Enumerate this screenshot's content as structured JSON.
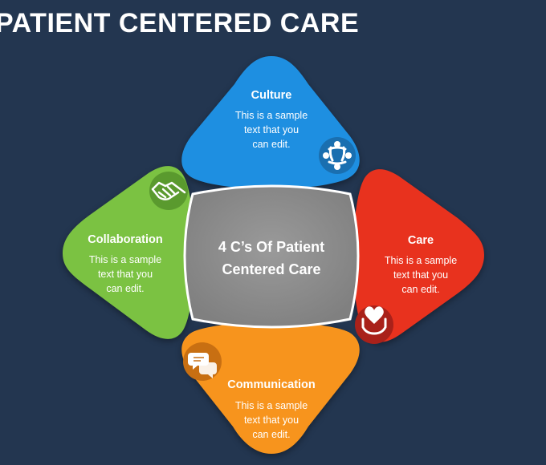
{
  "title": "PATIENT CENTERED CARE",
  "center": {
    "line1": "4 C’s Of Patient",
    "line2": "Centered Care"
  },
  "petals": {
    "culture": {
      "heading": "Culture",
      "lines": [
        "This is a sample",
        "text that you",
        "can edit."
      ],
      "color": "#1e8fe1",
      "icon_bg": "#1a6fb0",
      "icon": "people-circle-icon"
    },
    "care": {
      "heading": "Care",
      "lines": [
        "This is a sample",
        "text that you",
        "can edit."
      ],
      "color": "#e8321e",
      "icon_bg": "#a9211a",
      "icon": "heart-hands-icon"
    },
    "collaboration": {
      "heading": "Collaboration",
      "lines": [
        "This is a sample",
        "text that you",
        "can edit."
      ],
      "color": "#7bc242",
      "icon_bg": "#5a9a2e",
      "icon": "handshake-icon"
    },
    "communication": {
      "heading": "Communication",
      "lines": [
        "This is a sample",
        "text that you",
        "can edit."
      ],
      "color": "#f7941d",
      "icon_bg": "#c86f12",
      "icon": "chat-bubbles-icon"
    }
  },
  "center_color": "#8e8e8e"
}
